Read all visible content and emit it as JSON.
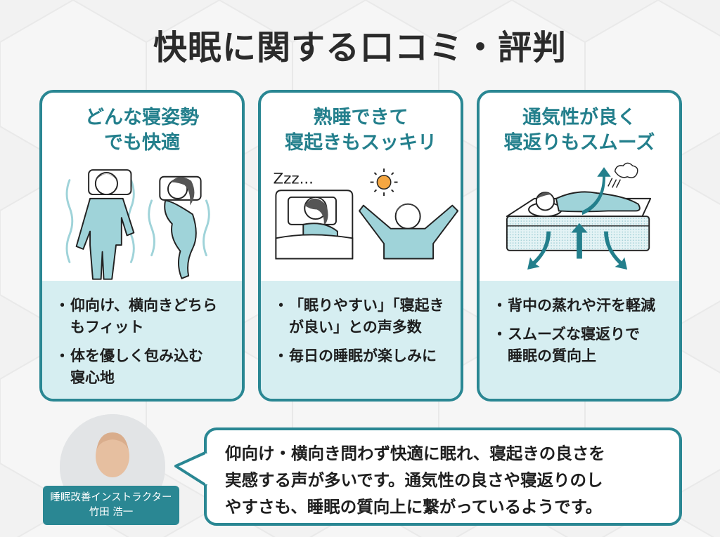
{
  "title": "快眠に関する口コミ・評判",
  "colors": {
    "accent": "#2a8793",
    "heading": "#237f8c",
    "card_body_bg": "#d6eef1",
    "text": "#1e1e1e",
    "background": "#f3f3f3",
    "sun": "#f5a742",
    "pajama": "#9fd3d9"
  },
  "cards": [
    {
      "heading_line1": "どんな寝姿勢",
      "heading_line2": "でも快適",
      "illustration": "sleeping-positions-illustration",
      "bullets": [
        {
          "line1": "仰向け、横向きどちら",
          "line2": "もフィット"
        },
        {
          "line1": "体を優しく包み込む",
          "line2": "寝心地"
        }
      ]
    },
    {
      "heading_line1": "熟睡できて",
      "heading_line2": "寝起きもスッキリ",
      "illustration": "sleep-and-wake-illustration",
      "zzz": "Zzz...",
      "bullets": [
        {
          "line1": "「眠りやすい」「寝起き",
          "line2": "が良い」との声多数"
        },
        {
          "line1": "毎日の睡眠が楽しみに",
          "line2": ""
        }
      ]
    },
    {
      "heading_line1": "通気性が良く",
      "heading_line2": "寝返りもスムーズ",
      "illustration": "breathable-mattress-illustration",
      "bullets": [
        {
          "line1": "背中の蒸れや汗を軽減",
          "line2": ""
        },
        {
          "line1": "スムーズな寝返りで",
          "line2": "睡眠の質向上"
        }
      ]
    }
  ],
  "expert": {
    "role": "睡眠改善インストラクター",
    "name": "竹田 浩一",
    "photo": "expert-portrait"
  },
  "comment": {
    "line1": "仰向け・横向き問わず快適に眠れ、寝起きの良さを",
    "line2": "実感する声が多いです。通気性の良さや寝返りのし",
    "line3": "やすさも、睡眠の質向上に繋がっているようです。"
  },
  "bullet_glyph": "・"
}
